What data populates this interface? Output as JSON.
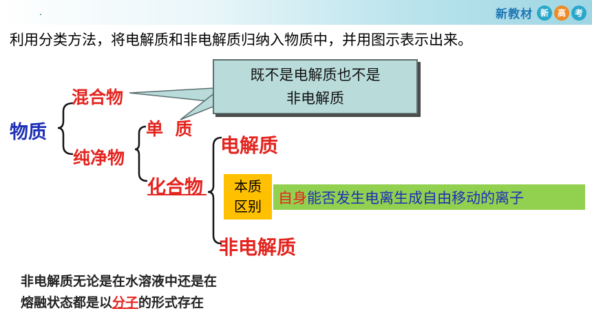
{
  "header": {
    "brand_text": "新教材",
    "brand_circles": [
      "新",
      "高",
      "考"
    ]
  },
  "instruction": "利用分类方法，将电解质和非电解质归纳入物质中，并用图示表示出来。",
  "tree": {
    "root": "物质",
    "mixture": "混合物",
    "pure": "纯净物",
    "element": "单  质",
    "compound": "化合物",
    "electrolyte": "电解质",
    "non_electrolyte": "非电解质"
  },
  "callout": {
    "line1": "既不是电解质也不是",
    "line2": "非电解质"
  },
  "essence": {
    "line1": "本质",
    "line2": "区别",
    "bar_highlight": "自身",
    "bar_rest": "能否发生电离生成自由移动的离子"
  },
  "note": {
    "line1": "非电解质无论是在水溶液中还是在",
    "line2_pre": "熔融状态都是以",
    "line2_highlight": "分子",
    "line2_post": "的形式存在"
  },
  "colors": {
    "red": "#e3231e",
    "blue": "#1c2fb5",
    "callout_fill": "#b9dcdb",
    "yellow": "#ffc000",
    "green": "#92d050"
  }
}
